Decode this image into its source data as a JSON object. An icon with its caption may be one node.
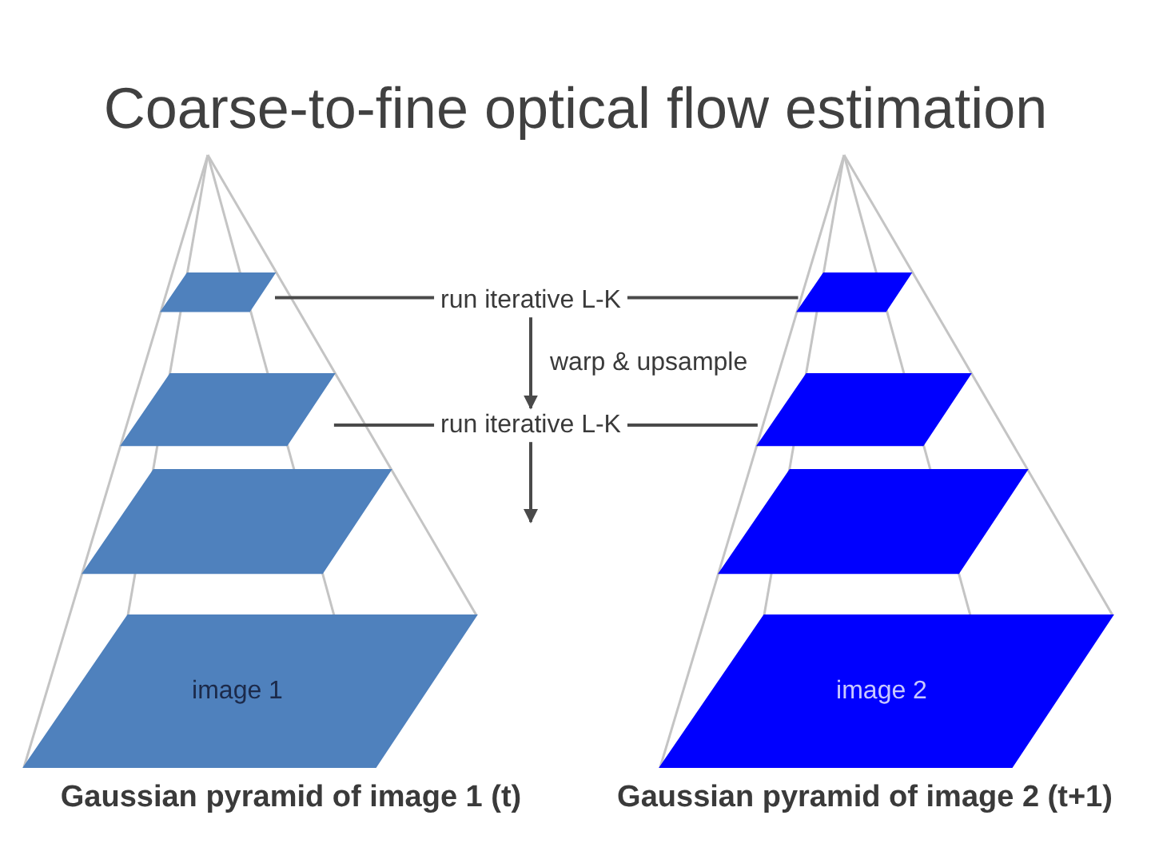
{
  "diagram": {
    "title": "Coarse-to-fine optical flow estimation",
    "nodes": [
      {
        "text": [],
        "shape": "parallelogram"
      },
      {
        "text": [
          "run iterative L-K"
        ]
      },
      {
        "text": [],
        "shape": "parallelogram"
      },
      {
        "text": [],
        "shape": "parallelogram"
      },
      {
        "text": [
          "run iterative L-K"
        ]
      },
      {
        "text": [],
        "shape": "parallelogram"
      },
      {
        "text": [],
        "shape": "parallelogram"
      },
      {
        "text": [],
        "shape": "parallelogram"
      },
      {
        "text": [
          "image 1"
        ],
        "beside": [
          "Gaussian pyramid of image 1 (t)"
        ]
      },
      {
        "text": [
          "image 2"
        ],
        "beside": [
          "Gaussian pyramid of image 2 (t+1)"
        ]
      }
    ],
    "edges": [
      {
        "from": 0,
        "to": 1,
        "arrow": "none"
      },
      {
        "from": 1,
        "to": 2,
        "arrow": "none"
      },
      {
        "from": 1,
        "to": 4,
        "arrow": "to",
        "label": "warp & upsample"
      },
      {
        "from": 3,
        "to": 4,
        "arrow": "none"
      },
      {
        "from": 4,
        "to": 5,
        "arrow": "none"
      },
      {
        "from": 4,
        "to": null,
        "arrow": "to"
      }
    ]
  }
}
